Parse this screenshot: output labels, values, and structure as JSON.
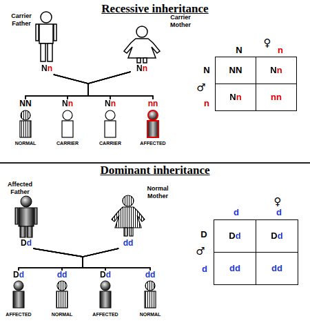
{
  "diagram": {
    "nodes": [
      {
        "text": [
          "Carrier Father",
          "Nn"
        ]
      },
      {
        "text": [
          "Carrier Mother",
          "Nn"
        ]
      },
      {
        "text": [
          "NN",
          "NORMAL"
        ]
      },
      {
        "text": [
          "Nn",
          "CARRIER"
        ]
      },
      {
        "text": [
          "Nn",
          "CARRIER"
        ]
      },
      {
        "text": [
          "nn",
          "AFFECTED"
        ]
      },
      {
        "text": [
          "NN"
        ]
      },
      {
        "text": [
          "Nn"
        ]
      },
      {
        "text": [
          "Nn"
        ]
      },
      {
        "text": [
          "nn"
        ]
      },
      {
        "text": [
          "Affected Father",
          "Dd"
        ]
      },
      {
        "text": [
          "Normal Mother",
          "dd"
        ]
      },
      {
        "text": [
          "Dd",
          "AFFECTED"
        ]
      },
      {
        "text": [
          "dd",
          "NORMAL"
        ]
      },
      {
        "text": [
          "Dd",
          "AFFECTED"
        ]
      },
      {
        "text": [
          "dd",
          "NORMAL"
        ]
      },
      {
        "text": [
          "Dd"
        ]
      },
      {
        "text": [
          "Dd"
        ]
      },
      {
        "text": [
          "dd"
        ]
      },
      {
        "text": [
          "dd"
        ]
      }
    ],
    "edges": [
      {
        "from": 0,
        "to": 2,
        "arrow": "none"
      },
      {
        "from": 0,
        "to": 3,
        "arrow": "none"
      },
      {
        "from": 0,
        "to": 4,
        "arrow": "none"
      },
      {
        "from": 0,
        "to": 5,
        "arrow": "none"
      },
      {
        "from": 1,
        "to": 2,
        "arrow": "none"
      },
      {
        "from": 1,
        "to": 3,
        "arrow": "none"
      },
      {
        "from": 1,
        "to": 4,
        "arrow": "none"
      },
      {
        "from": 1,
        "to": 5,
        "arrow": "none"
      },
      {
        "from": 10,
        "to": 12,
        "arrow": "none"
      },
      {
        "from": 10,
        "to": 13,
        "arrow": "none"
      },
      {
        "from": 10,
        "to": 14,
        "arrow": "none"
      },
      {
        "from": 10,
        "to": 15,
        "arrow": "none"
      },
      {
        "from": 11,
        "to": 12,
        "arrow": "none"
      },
      {
        "from": 11,
        "to": 13,
        "arrow": "none"
      },
      {
        "from": 11,
        "to": 14,
        "arrow": "none"
      },
      {
        "from": 11,
        "to": 15,
        "arrow": "none"
      }
    ],
    "labels": [
      "Recessive inheritance",
      "N",
      "♀",
      "n",
      "N",
      "♂",
      "n",
      "Dominant inheritance",
      "d",
      "♀",
      "d",
      "D",
      "♂",
      "d"
    ]
  }
}
